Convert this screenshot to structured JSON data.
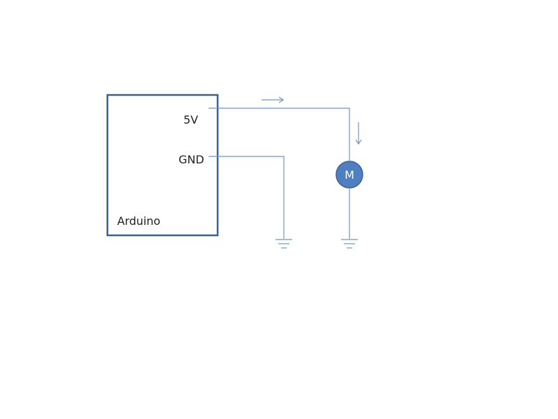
{
  "diagram": {
    "board_label": "Arduino",
    "pin_5v_label": "5V",
    "pin_gnd_label": "GND",
    "motor_label": "M"
  },
  "colors": {
    "board_border": "#3b5f8f",
    "wire": "#6f95c2",
    "motor_fill": "#4f7fc0",
    "motor_stroke": "#3a6298",
    "text": "#222222",
    "background": "#ffffff"
  },
  "icons": {
    "ground_symbol": "ground-icon",
    "current_arrow": "arrow-icon"
  }
}
